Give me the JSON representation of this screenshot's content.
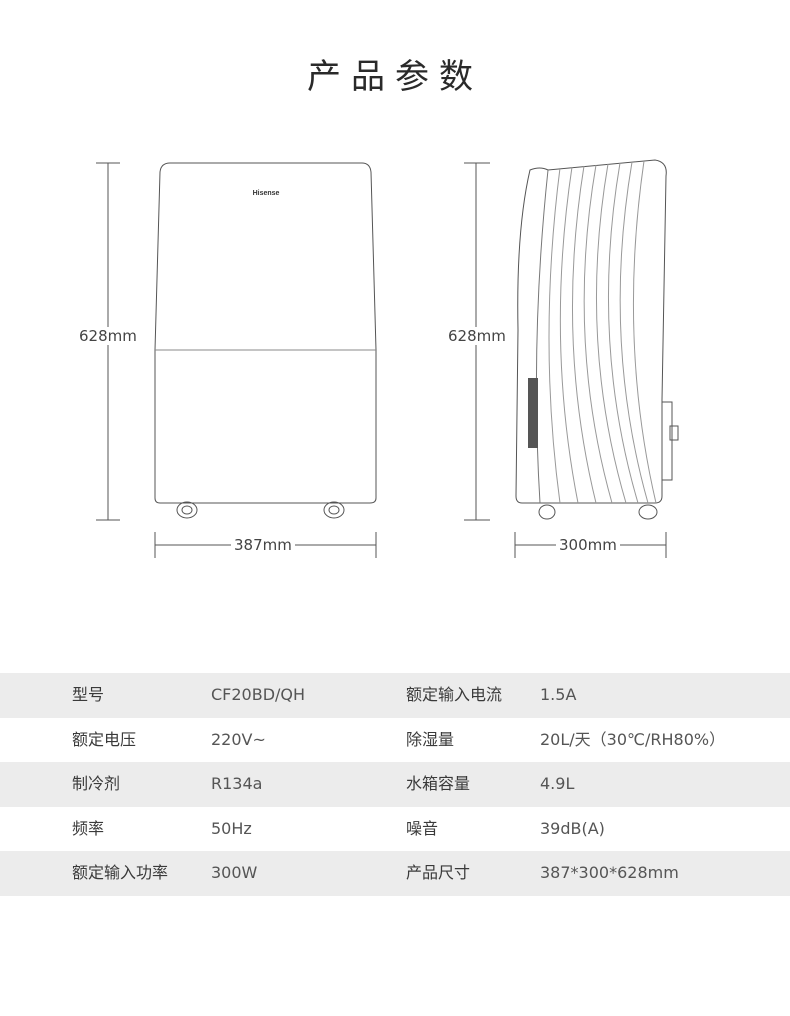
{
  "title": "产品参数",
  "brand": "Hisense",
  "dimensions": {
    "front_height": "628mm",
    "front_width": "387mm",
    "side_height": "628mm",
    "side_depth": "300mm"
  },
  "specs": [
    {
      "label1": "型号",
      "value1": "CF20BD/QH",
      "label2": "额定输入电流",
      "value2": "1.5A"
    },
    {
      "label1": "额定电压",
      "value1": "220V~",
      "label2": "除湿量",
      "value2": "20L/天（30℃/RH80%）"
    },
    {
      "label1": "制冷剂",
      "value1": "R134a",
      "label2": "水箱容量",
      "value2": "4.9L"
    },
    {
      "label1": "频率",
      "value1": "50Hz",
      "label2": "噪音",
      "value2": "39dB(A)"
    },
    {
      "label1": "额定输入功率",
      "value1": "300W",
      "label2": "产品尺寸",
      "value2": "387*300*628mm"
    }
  ]
}
